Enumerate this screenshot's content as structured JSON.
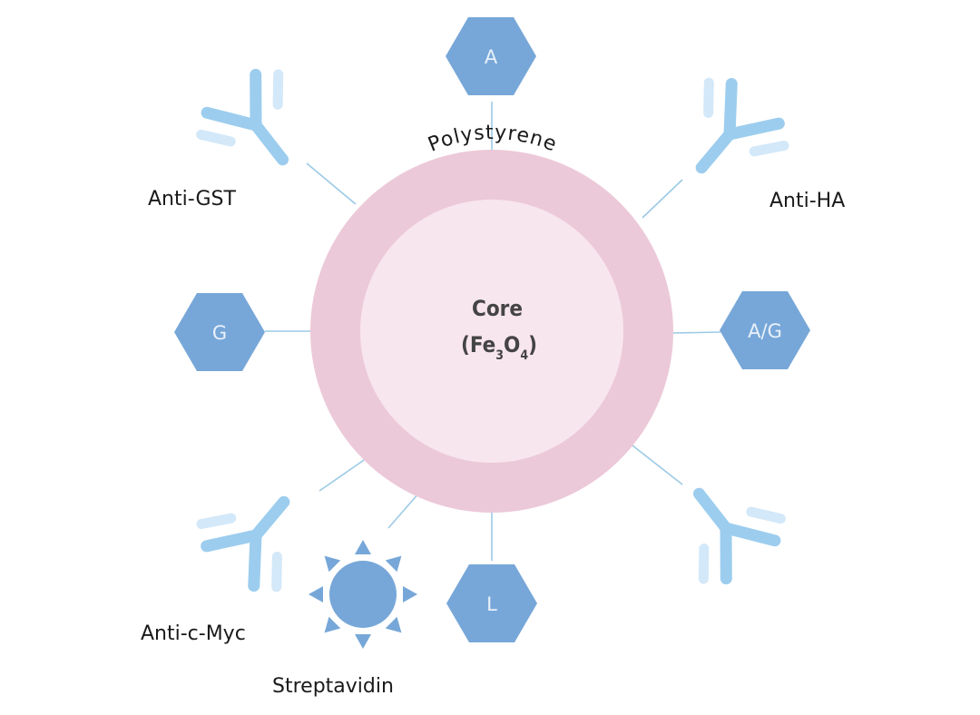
{
  "ring_label": "Polystyrene",
  "core": {
    "line1": "Core",
    "formula_open": "(Fe",
    "sub1": "3",
    "o": "O",
    "sub2": "4",
    "formula_close": ")"
  },
  "hexagons": {
    "top": "A",
    "left": "G",
    "right": "A/G",
    "bottom": "L"
  },
  "labels": {
    "anti_gst": "Anti-GST",
    "anti_ha": "Anti-HA",
    "anti_myc": "Anti-c-Myc",
    "streptavidin": "Streptavidin"
  },
  "colors": {
    "ring": "#ecc9d8",
    "core": "#f8e6ee",
    "hexagon": "#77a7d8",
    "antibody": "#9ccdee",
    "antibody_light": "#d3e8f8",
    "connector": "#9ccae6"
  }
}
